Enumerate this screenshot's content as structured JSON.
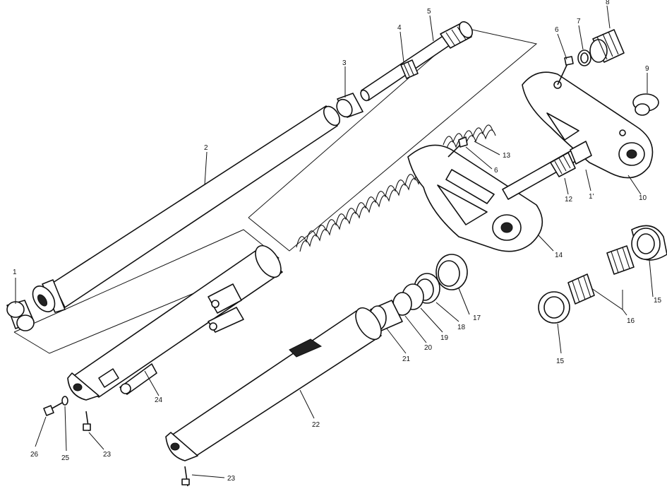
{
  "callouts": [
    {
      "id": "c1",
      "text": "1"
    },
    {
      "id": "c2",
      "text": "2"
    },
    {
      "id": "c3",
      "text": "3"
    },
    {
      "id": "c4",
      "text": "4"
    },
    {
      "id": "c5",
      "text": "5"
    },
    {
      "id": "c6a",
      "text": "6"
    },
    {
      "id": "c6b",
      "text": "6"
    },
    {
      "id": "c7",
      "text": "7"
    },
    {
      "id": "c8",
      "text": "8"
    },
    {
      "id": "c9",
      "text": "9"
    },
    {
      "id": "c10",
      "text": "10"
    },
    {
      "id": "c11",
      "text": "1'"
    },
    {
      "id": "c12",
      "text": "12"
    },
    {
      "id": "c13",
      "text": "13"
    },
    {
      "id": "c14",
      "text": "14"
    },
    {
      "id": "c15a",
      "text": "15"
    },
    {
      "id": "c15b",
      "text": "15"
    },
    {
      "id": "c16",
      "text": "16"
    },
    {
      "id": "c17",
      "text": "17"
    },
    {
      "id": "c18",
      "text": "18"
    },
    {
      "id": "c19",
      "text": "19"
    },
    {
      "id": "c20",
      "text": "20"
    },
    {
      "id": "c21",
      "text": "21"
    },
    {
      "id": "c22",
      "text": "22"
    },
    {
      "id": "c23a",
      "text": "23"
    },
    {
      "id": "c23b",
      "text": "23"
    },
    {
      "id": "c24",
      "text": "24"
    },
    {
      "id": "c25",
      "text": "25"
    },
    {
      "id": "c26",
      "text": "26"
    }
  ]
}
